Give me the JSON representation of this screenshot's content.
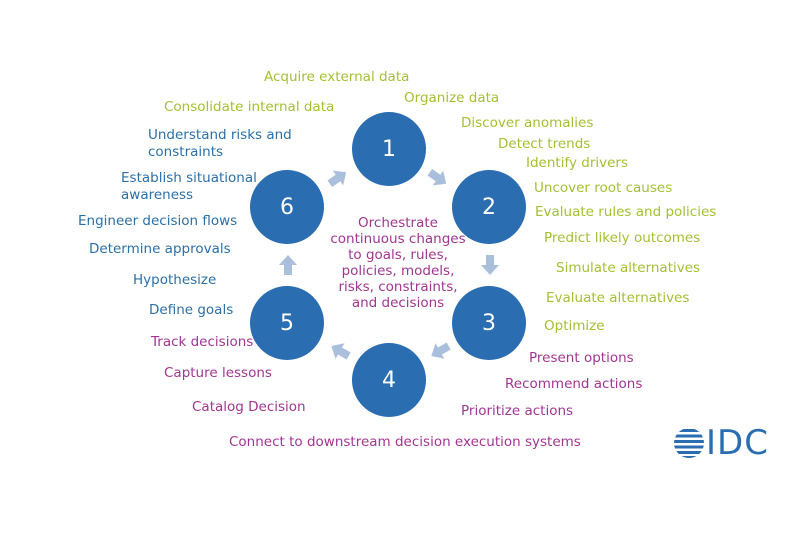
{
  "center": "Orchestrate\ncontinuous changes\nto goals, rules,\npolicies, models,\nrisks, constraints,\nand decisions",
  "steps": [
    "1",
    "2",
    "3",
    "4",
    "5",
    "6"
  ],
  "labels": {
    "acquire": "Acquire external data",
    "organize": "Organize data",
    "consolidate": "Consolidate internal data",
    "discover": "Discover anomalies",
    "detect": "Detect trends",
    "identify": "Identify drivers",
    "uncover": "Uncover root causes",
    "evaluate_rules": "Evaluate rules and policies",
    "predict": "Predict likely outcomes",
    "simulate": "Simulate alternatives",
    "evaluate_alt": "Evaluate alternatives",
    "optimize": "Optimize",
    "present": "Present options",
    "recommend": "Recommend actions",
    "prioritize": "Prioritize actions",
    "connect": "Connect to downstream decision execution systems",
    "catalog": "Catalog Decision",
    "capture": "Capture lessons",
    "track": "Track decisions",
    "define_goals": "Define goals",
    "hypothesize": "Hypothesize",
    "approvals": "Determine approvals",
    "engineer": "Engineer decision flows",
    "situational": "Establish situational\nawareness",
    "risks": "Understand risks and\nconstraints"
  },
  "logo": "IDC",
  "colors": {
    "circle": "#2a6db0",
    "arrow": "#a9bfdb",
    "green_text": "#a3c034",
    "blue_text": "#2b6fa8",
    "magenta_text": "#a23592"
  }
}
